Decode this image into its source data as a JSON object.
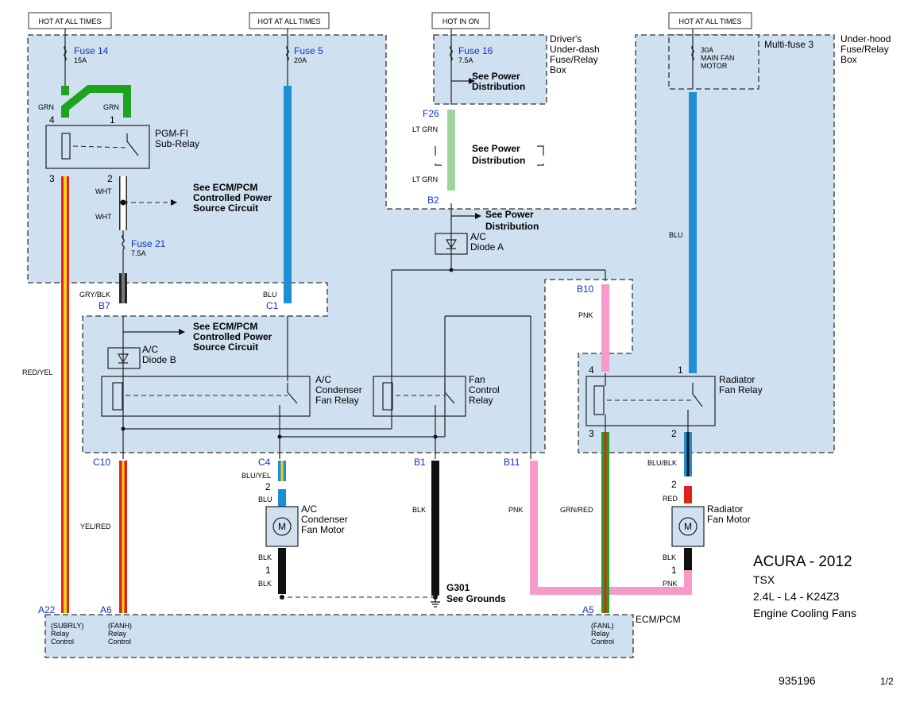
{
  "supply_labels": {
    "hot1": "HOT AT ALL TIMES",
    "hot2": "HOT AT ALL TIMES",
    "hot_on": "HOT IN ON",
    "hot4": "HOT AT ALL TIMES"
  },
  "boxes": {
    "dash_box": [
      "Driver's",
      "Under-dash",
      "Fuse/Relay",
      "Box"
    ],
    "hood_box": [
      "Under-hood",
      "Fuse/Relay",
      "Box"
    ],
    "multifuse": "Multi-fuse 3",
    "ecm": "ECM/PCM"
  },
  "fuses": {
    "f14": {
      "name": "Fuse 14",
      "rating": "15A"
    },
    "f5": {
      "name": "Fuse 5",
      "rating": "20A"
    },
    "f16": {
      "name": "Fuse 16",
      "rating": "7.5A"
    },
    "f21": {
      "name": "Fuse 21",
      "rating": "7.5A"
    },
    "mf": [
      "30A",
      "MAIN FAN",
      "MOTOR"
    ]
  },
  "components": {
    "pgmfi": [
      "PGM-FI",
      "Sub-Relay"
    ],
    "ac_cond_relay": [
      "A/C",
      "Condenser",
      "Fan Relay"
    ],
    "fan_ctrl_relay": [
      "Fan",
      "Control",
      "Relay"
    ],
    "rad_relay": [
      "Radiator",
      "Fan Relay"
    ],
    "diode_a": [
      "A/C",
      "Diode A"
    ],
    "diode_b": [
      "A/C",
      "Diode B"
    ],
    "ac_motor": [
      "A/C",
      "Condenser",
      "Fan Motor"
    ],
    "rad_motor": [
      "Radiator",
      "Fan Motor"
    ],
    "motor_symbol": "M"
  },
  "notes": {
    "ecm_power1": [
      "See ECM/PCM",
      "Controlled Power",
      "Source Circuit"
    ],
    "ecm_power2": [
      "See ECM/PCM",
      "Controlled Power",
      "Source Circuit"
    ],
    "power_dist1": [
      "See Power",
      "Distribution"
    ],
    "power_dist2": [
      "See Power",
      "Distribution"
    ],
    "power_dist3": [
      "See Power",
      "Distribution"
    ],
    "ground": [
      "G301",
      "See Grounds"
    ]
  },
  "wires": {
    "grn_left": "GRN",
    "grn_right": "GRN",
    "wht_top": "WHT",
    "wht_bottom": "WHT",
    "grY_blk": "GRY/BLK",
    "blu_c1": "BLU",
    "lt_grn_top": "LT GRN",
    "lt_grn_bottom": "LT GRN",
    "blu_right": "BLU",
    "pnk_b10": "PNK",
    "red_yel": "RED/YEL",
    "yel_red": "YEL/RED",
    "blu_yel": "BLU/YEL",
    "blu_motor": "BLU",
    "blk_motor1": "BLK",
    "blk_motor2": "BLK",
    "blk_b1": "BLK",
    "pnk_b11": "PNK",
    "grn_red": "GRN/RED",
    "blu_blk": "BLU/BLK",
    "red": "RED",
    "blk_rad": "BLK",
    "pnk_rad": "PNK"
  },
  "connectors": {
    "f26": "F26",
    "b2": "B2",
    "b7": "B7",
    "c1": "C1",
    "b10": "B10",
    "c10": "C10",
    "c4": "C4",
    "b1": "B1",
    "b11": "B11",
    "a22": "A22",
    "a6": "A6",
    "a5": "A5"
  },
  "pins": {
    "p4": "4",
    "p1": "1",
    "p3": "3",
    "p2": "2",
    "r4": "4",
    "r1": "1",
    "r3": "3",
    "r2": "2",
    "m2": "2",
    "m1": "1",
    "rm2": "2",
    "rm1": "1"
  },
  "ecm_pins": {
    "subrly": [
      "(SUBRLY)",
      "Relay",
      "Control"
    ],
    "fanh": [
      "(FANH)",
      "Relay",
      "Control"
    ],
    "fanl": [
      "(FANL)",
      "Relay",
      "Control"
    ]
  },
  "vehicle": {
    "make_year": "ACURA - 2012",
    "model": "TSX",
    "engine": "2.4L -  L4 - K24Z3",
    "system": "Engine Cooling Fans"
  },
  "footer": {
    "doc_id": "935196",
    "page": "1/2"
  },
  "colors": {
    "box_fill": "#cfe0f0",
    "wire_green": "#1fa31f",
    "wire_blue": "#1e8fd0",
    "wire_lt_green": "#9fd49f",
    "wire_pink": "#f59ac9",
    "wire_red_yel_a": "#e0231b",
    "wire_red_yel_b": "#f2d21c",
    "wire_black": "#111111",
    "wire_red": "#e0231b",
    "label_blue": "#1133cc"
  }
}
